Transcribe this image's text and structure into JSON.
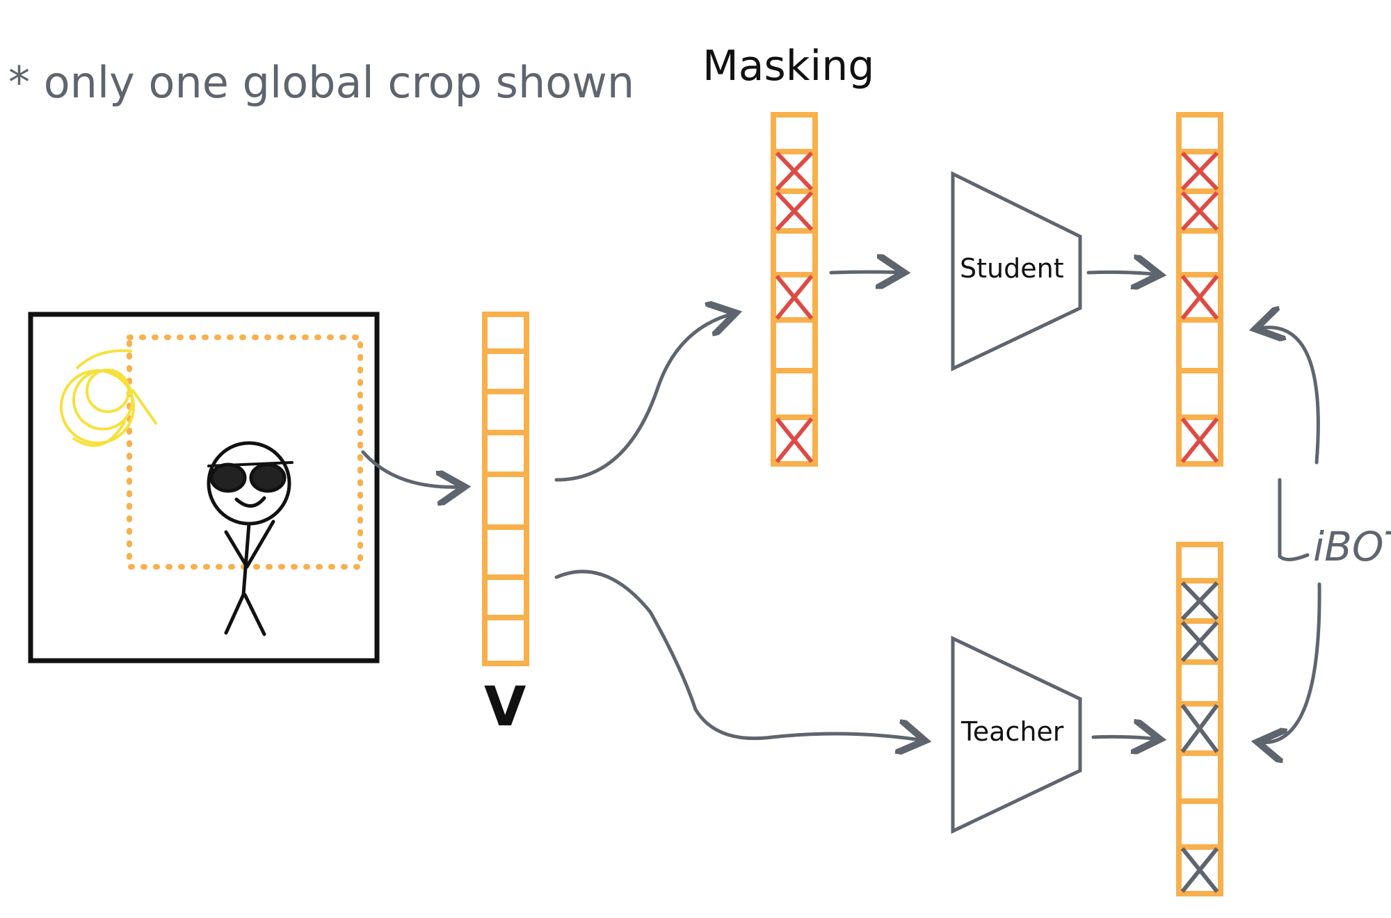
{
  "annotation": "* only one global crop shown",
  "masking_label": "Masking",
  "token_vector_label": "V",
  "student_label": "Student",
  "teacher_label": "Teacher",
  "loss_label": "iBOT",
  "colors": {
    "token_border": "#f8b04c",
    "student_mask_x": "#de4b45",
    "teacher_mask_x": "#5f656e",
    "arrow": "#5f656e",
    "sun": "#f6e13c",
    "crop_frame": "#111111"
  }
}
